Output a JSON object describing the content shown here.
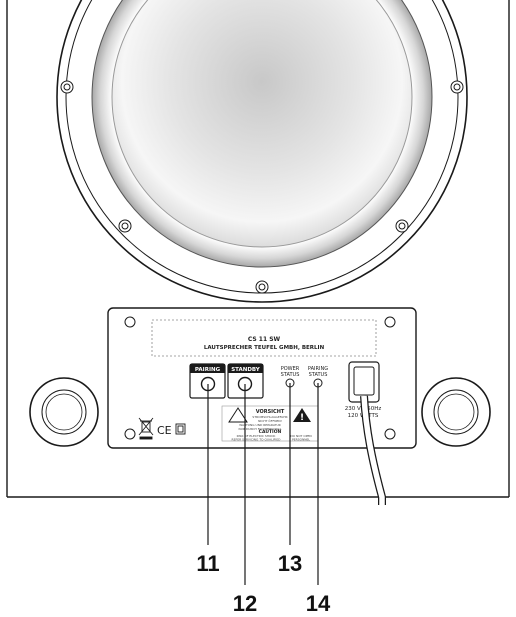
{
  "panel": {
    "model": "CS 11 SW",
    "maker": "LAUTSPRECHER TEUFEL GMBH, BERLIN",
    "pairing_label": "PAIRING",
    "standby_label": "STANDBY",
    "power_status_line1": "POWER",
    "power_status_line2": "STATUS",
    "pairing_status_line1": "PAIRING",
    "pairing_status_line2": "STATUS",
    "mains_line1": "230 V~/50Hz",
    "mains_line2": "120 WATTS",
    "warning_title": "VORSICHT",
    "warning_text1": "STROMSCHLAGGEFAHR",
    "warning_text2": "NICHT ÖFFNEN!",
    "warning_text3": "WARTUNG UND REPARATUR",
    "warning_text4": "NUR DURCH FACHPERSONAL",
    "caution_title": "CAUTION",
    "caution_text1": "RISK OF ELECTRIC SHOCK",
    "caution_text2": "DO NOT OPEN",
    "caution_text3": "REFER SERVICING TO QUALIFIED",
    "caution_text4": "PERSONNEL",
    "ce_mark": "CE"
  },
  "callouts": {
    "c11": "11",
    "c12": "12",
    "c13": "13",
    "c14": "14"
  },
  "colors": {
    "line": "#1a1a1a",
    "cone_light": "#fbfbfb",
    "cone_dark": "#b9b9b9"
  }
}
